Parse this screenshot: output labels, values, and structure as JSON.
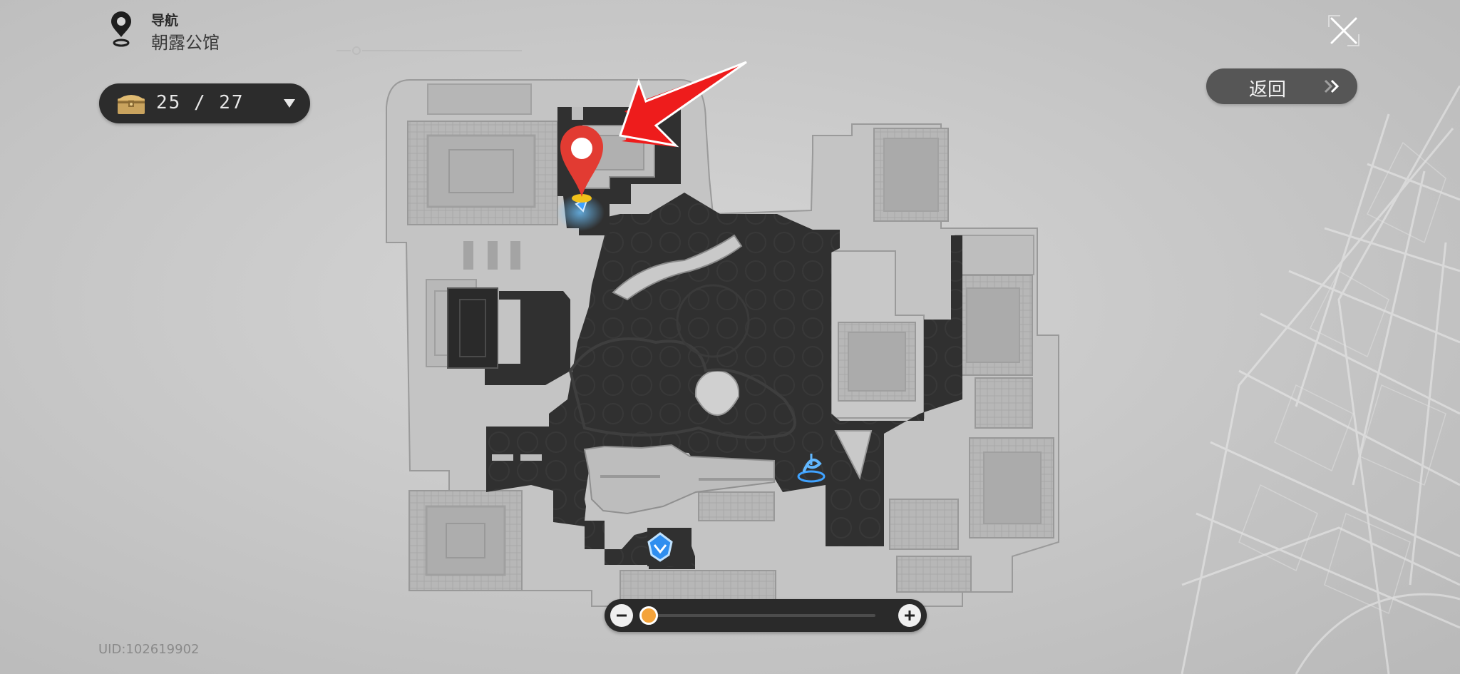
{
  "header": {
    "nav_label": "导航",
    "location_name": "朝露公馆",
    "nav_icon": "map-pin-icon"
  },
  "chest_counter": {
    "icon": "treasure-chest-icon",
    "text": "25 / 27",
    "collected": 25,
    "total": 27,
    "dropdown_icon": "triangle-down-icon"
  },
  "close": {
    "icon": "close-icon"
  },
  "back_button": {
    "label": "返回",
    "icon": "double-chevron-right-icon"
  },
  "zoom": {
    "minus_icon": "minus-icon",
    "plus_icon": "plus-icon",
    "level": 0.0
  },
  "markers": {
    "destination": "location-pin-icon",
    "arrow": "red-arrow-annotation",
    "player": "player-position-icon",
    "teleport": "space-anchor-icon",
    "quest": "crest-waypoint-icon"
  },
  "colors": {
    "map_floor_dark": "#2e2e2e",
    "map_building_light": "#bcbcbc",
    "pin_red": "#e23b32",
    "arrow_red": "#ee1c1c",
    "waypoint_blue": "#3fa2ff",
    "zoom_knob": "#f4a33a"
  },
  "footer": {
    "uid": "UID:102619902"
  }
}
